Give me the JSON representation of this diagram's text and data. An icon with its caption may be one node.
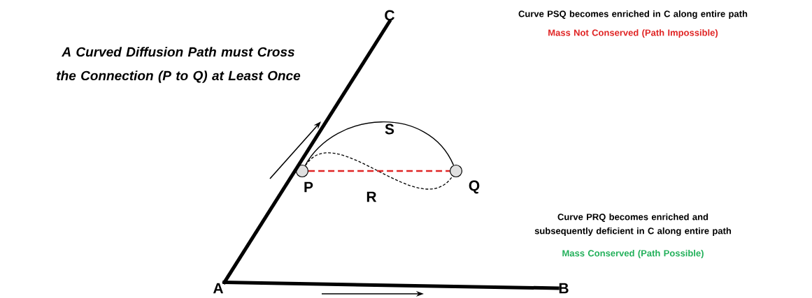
{
  "diagram": {
    "title": "A Curved Diffusion Path must Cross the Connection (P to Q) at Least Once",
    "nodes": [
      {
        "text": [
          "C"
        ]
      },
      {
        "text": [],
        "shape": "circle",
        "beside": [
          "P"
        ]
      },
      {
        "text": [],
        "shape": "circle",
        "beside": [
          "Q"
        ]
      },
      {
        "text": [
          "A"
        ]
      },
      {
        "text": [
          "B"
        ]
      }
    ],
    "edges": [
      {
        "from": 3,
        "to": 4,
        "arrow": "none",
        "style": "thick"
      },
      {
        "from": 3,
        "to": 0,
        "arrow": "none",
        "style": "thick"
      },
      {
        "from": 1,
        "to": 2,
        "arrow": "none",
        "label": "S"
      },
      {
        "from": 1,
        "to": 2,
        "arrow": "none",
        "style": "dashed",
        "label": "R"
      },
      {
        "from": 1,
        "to": 2,
        "arrow": "none",
        "style": "dashed",
        "color": "#e02424"
      }
    ],
    "labels": [
      "Curve PSQ becomes enriched in C along entire path",
      "Mass Not Conserved (Path Impossible)",
      "Curve PRQ becomes enriched and subsequently deficient in C along entire path",
      "Mass Conserved (Path Possible)"
    ]
  }
}
